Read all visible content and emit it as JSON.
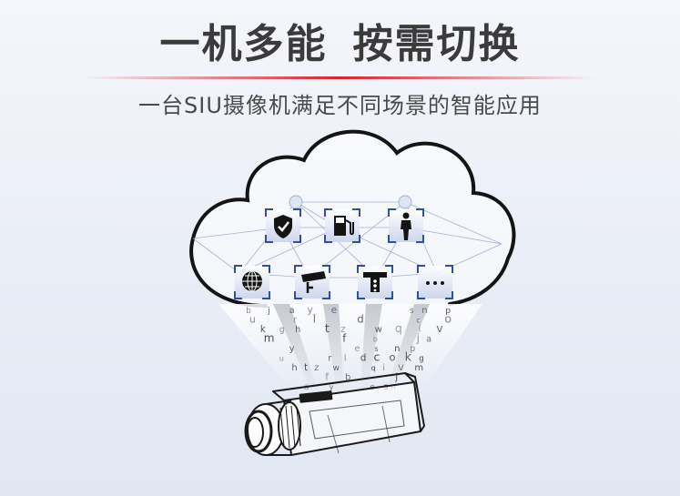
{
  "header": {
    "title_part1": "一机多能",
    "title_part2": "按需切换",
    "subtitle": "一台SIU摄像机满足不同场景的智能应用"
  },
  "colors": {
    "accent_red": "#d8222e",
    "icon_blue": "#2d4fa6",
    "text_dark": "#3b3b3b"
  },
  "icons": {
    "row1": [
      "shield-check-icon",
      "fuel-pump-icon",
      "human-body-icon"
    ],
    "row2": [
      "globe-icon",
      "surveillance-camera-icon",
      "traffic-light-icon",
      "more-dots-icon"
    ]
  },
  "data_stream_chars": [
    "b",
    "j",
    "a",
    "y",
    "e",
    "s",
    "n",
    "p",
    "u",
    "r",
    "l",
    "d",
    "c",
    "o",
    "k",
    "g",
    "h",
    "t",
    "z",
    "w",
    "q",
    "i",
    "v",
    "m",
    "f"
  ]
}
